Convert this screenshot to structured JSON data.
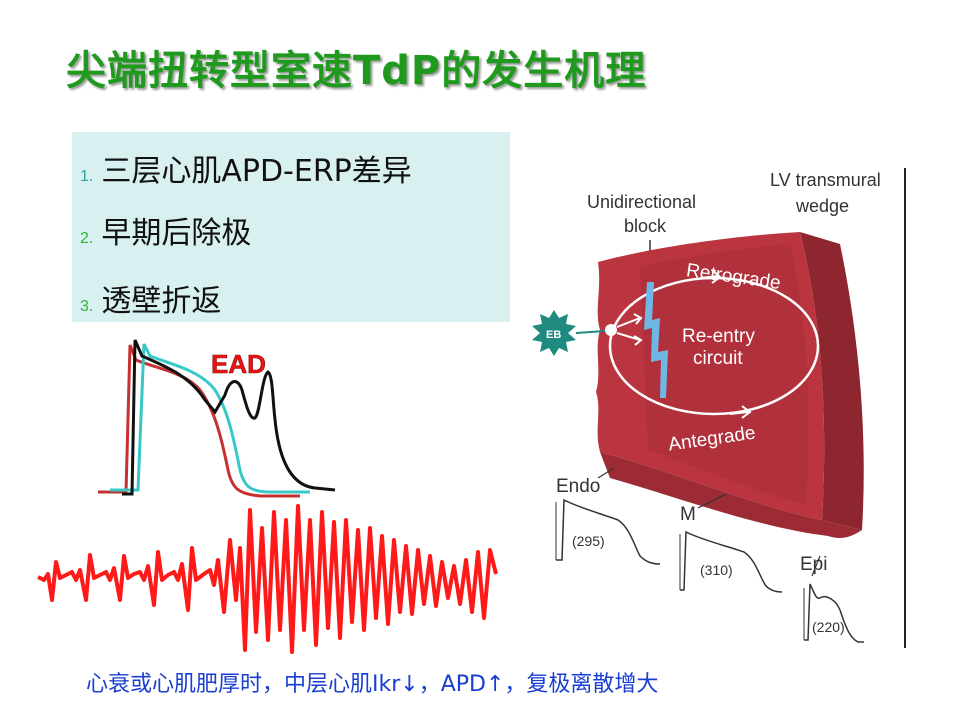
{
  "title": "尖端扭转型室速TdP的发生机理",
  "mechanisms": [
    {
      "num": "1.",
      "text": "三层心肌APD-ERP差异"
    },
    {
      "num": "2.",
      "text": "早期后除极"
    },
    {
      "num": "3.",
      "text": "透壁折返"
    }
  ],
  "ap_diagram": {
    "ead_label": "EAD"
  },
  "wedge_diagram": {
    "header": [
      "LV transmural",
      "wedge"
    ],
    "block_label": [
      "Unidirectional",
      "block"
    ],
    "retrograde": "Retrograde",
    "antegrade": "Antegrade",
    "reentry": [
      "Re-entry",
      "circuit"
    ],
    "eb": "EB",
    "layers": [
      {
        "name": "Endo",
        "apd": "(295)"
      },
      {
        "name": "M",
        "apd": "(310)"
      },
      {
        "name": "Epi",
        "apd": "(220)"
      }
    ]
  },
  "colors": {
    "title": "#1f9a1f",
    "list_bg": "#d9f0f0",
    "ecg": "#ff1a1a",
    "note": "#1a3fd0",
    "tissue": "#b8333d"
  },
  "note": "心衰或心肌肥厚时，中层心肌Ikr↓，APD↑，复极离散增大"
}
